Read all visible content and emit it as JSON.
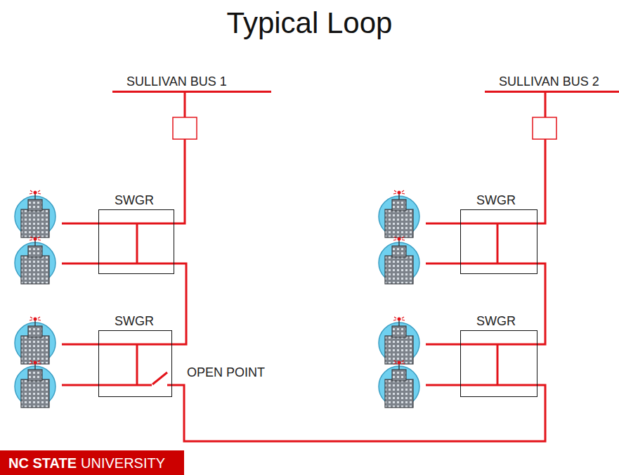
{
  "diagram": {
    "title": "Typical Loop",
    "nodes": [
      {
        "text": [
          "SULLIVAN BUS 1"
        ]
      },
      {
        "text": [
          "SULLIVAN BUS 2"
        ]
      },
      {
        "text": [
          "SWGR"
        ]
      },
      {
        "text": [
          "SWGR"
        ]
      },
      {
        "text": [
          "SWGR"
        ]
      },
      {
        "text": [
          "SWGR"
        ]
      }
    ],
    "edges": [
      {
        "from": 0,
        "to": 2,
        "arrow": "none"
      },
      {
        "from": 2,
        "to": 4,
        "arrow": "none"
      },
      {
        "from": 4,
        "to": 5,
        "arrow": "none"
      },
      {
        "from": 5,
        "to": 3,
        "arrow": "none"
      },
      {
        "from": 3,
        "to": 1,
        "arrow": "none"
      }
    ],
    "labels": [
      "OPEN POINT",
      "NC STATE",
      "UNIVERSITY"
    ]
  }
}
